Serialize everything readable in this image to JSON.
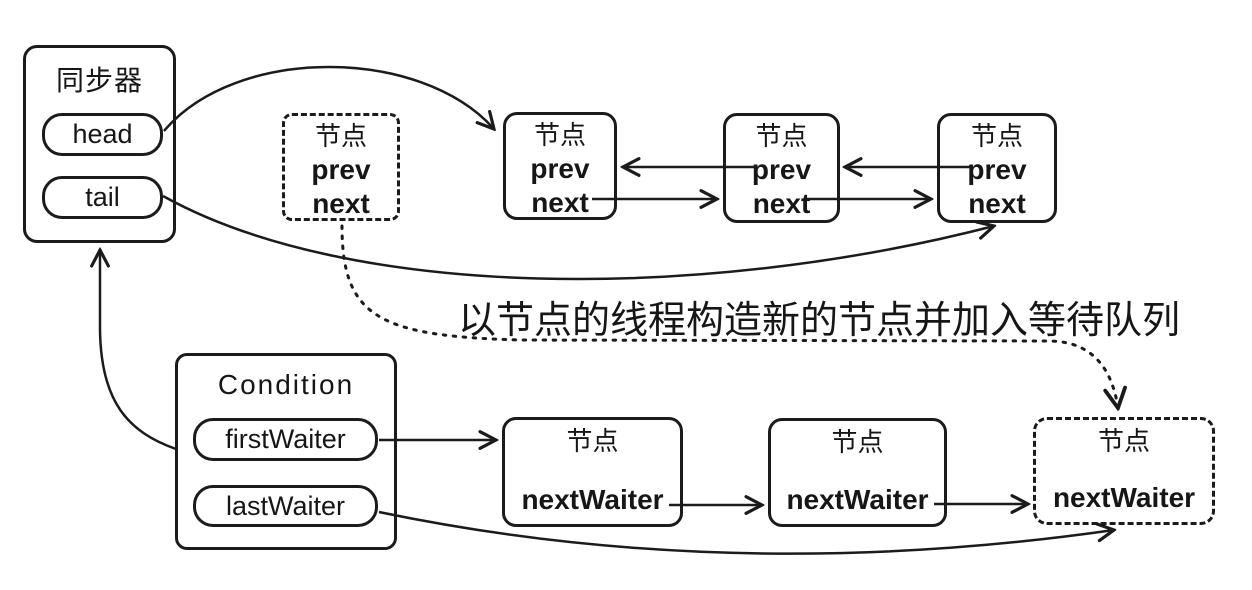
{
  "annotation": {
    "text": "以节点的线程构造新的节点并加入等待队列"
  },
  "synchronizer": {
    "title": "同步器",
    "head": "head",
    "tail": "tail"
  },
  "condition": {
    "title": "Condition",
    "first_waiter": "firstWaiter",
    "last_waiter": "lastWaiter"
  },
  "sync_queue": {
    "new_node": {
      "title": "节点",
      "prev": "prev",
      "next": "next",
      "style": "dashed"
    },
    "node1": {
      "title": "节点",
      "prev": "prev",
      "next": "next",
      "style": "solid"
    },
    "node2": {
      "title": "节点",
      "prev": "prev",
      "next": "next",
      "style": "solid"
    },
    "node3": {
      "title": "节点",
      "prev": "prev",
      "next": "next",
      "style": "solid"
    }
  },
  "wait_queue": {
    "node1": {
      "title": "节点",
      "next_waiter": "nextWaiter",
      "style": "solid"
    },
    "node2": {
      "title": "节点",
      "next_waiter": "nextWaiter",
      "style": "solid"
    },
    "node3": {
      "title": "节点",
      "next_waiter": "nextWaiter",
      "style": "dashed"
    }
  },
  "colors": {
    "background": "#ffffff",
    "stroke": "#1b1b1b"
  }
}
